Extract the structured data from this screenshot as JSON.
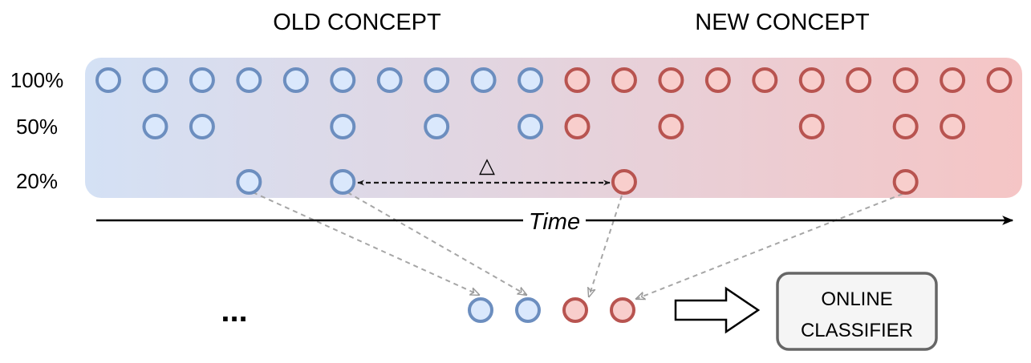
{
  "headers": {
    "old": "OLD CONCEPT",
    "new": "NEW CONCEPT"
  },
  "rows": [
    {
      "label": "100%",
      "circles": [
        "blue",
        "blue",
        "blue",
        "blue",
        "blue",
        "blue",
        "blue",
        "blue",
        "blue",
        "blue",
        "red",
        "red",
        "red",
        "red",
        "red",
        "red",
        "red",
        "red",
        "red",
        "red"
      ]
    },
    {
      "label": "50%",
      "circles": [
        null,
        "blue",
        "blue",
        null,
        null,
        "blue",
        null,
        "blue",
        null,
        "blue",
        "red",
        null,
        "red",
        null,
        null,
        "red",
        null,
        "red",
        "red",
        null
      ]
    },
    {
      "label": "20%",
      "circles": [
        null,
        null,
        null,
        "blue",
        null,
        "blue",
        null,
        null,
        null,
        null,
        null,
        "red",
        null,
        null,
        null,
        null,
        null,
        "red",
        null,
        null
      ]
    }
  ],
  "delta_symbol": "△",
  "axis": {
    "label": "Time"
  },
  "ellipsis": "...",
  "buffer": [
    "blue",
    "blue",
    "red",
    "red"
  ],
  "classifier": {
    "line1": "ONLINE",
    "line2": "CLASSIFIER"
  },
  "colors": {
    "blue_stroke": "#6c8ebf",
    "blue_fill": "#dae8fc",
    "red_stroke": "#b85450",
    "red_fill": "#f8cecc",
    "band_start": "#d4e1f5",
    "band_end": "#f5c5c5",
    "box_fill": "#f5f5f5",
    "box_stroke": "#666666"
  }
}
